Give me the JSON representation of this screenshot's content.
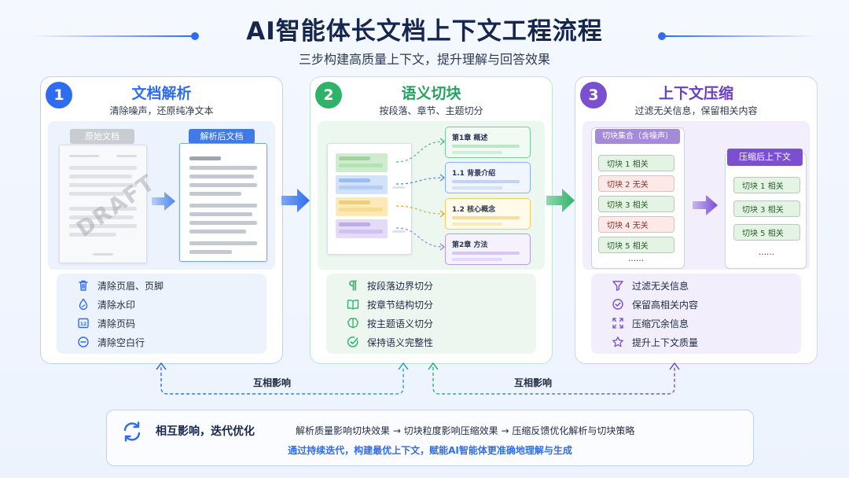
{
  "header": {
    "title": "AI智能体长文档上下文工程流程",
    "subtitle": "三步构建高质量上下文，提升理解与回答效果"
  },
  "colors": {
    "blue": "#2f6df0",
    "green": "#2fb36b",
    "purple": "#7a4fd0",
    "title": "#16264e"
  },
  "steps": [
    {
      "number": "1",
      "title": "文档解析",
      "subtitle": "清除噪声，还原纯净文本",
      "original_label": "原始文档",
      "parsed_label": "解析后文档",
      "watermark": "DRAFT",
      "items": [
        {
          "icon": "trash-icon",
          "label": "清除页眉、页脚"
        },
        {
          "icon": "water-drop-icon",
          "label": "清除水印"
        },
        {
          "icon": "page-number-icon",
          "label": "清除页码"
        },
        {
          "icon": "minus-circle-icon",
          "label": "清除空白行"
        }
      ]
    },
    {
      "number": "2",
      "title": "语义切块",
      "subtitle": "按段落、章节、主题切分",
      "chunks": [
        {
          "label": "第1章 概述"
        },
        {
          "label": "1.1 背景介绍"
        },
        {
          "label": "1.2 核心概念"
        },
        {
          "label": "第2章 方法"
        }
      ],
      "items": [
        {
          "icon": "pilcrow-icon",
          "label": "按段落边界切分"
        },
        {
          "icon": "book-icon",
          "label": "按章节结构切分"
        },
        {
          "icon": "brain-icon",
          "label": "按主题语义切分"
        },
        {
          "icon": "target-check-icon",
          "label": "保持语义完整性"
        }
      ]
    },
    {
      "number": "3",
      "title": "上下文压缩",
      "subtitle": "过滤无关信息，保留相关内容",
      "input_label": "切块集合（含噪声）",
      "output_label": "压缩后上下文",
      "input_chunks": [
        {
          "label": "切块 1 相关",
          "relevant": true
        },
        {
          "label": "切块 2 无关",
          "relevant": false
        },
        {
          "label": "切块 3 相关",
          "relevant": true
        },
        {
          "label": "切块 4 无关",
          "relevant": false
        },
        {
          "label": "切块 5 相关",
          "relevant": true
        }
      ],
      "output_chunks": [
        {
          "label": "切块 1 相关"
        },
        {
          "label": "切块 3 相关"
        },
        {
          "label": "切块 5 相关"
        }
      ],
      "ellipsis": "……",
      "items": [
        {
          "icon": "filter-icon",
          "label": "过滤无关信息"
        },
        {
          "icon": "check-circle-icon",
          "label": "保留高相关内容"
        },
        {
          "icon": "compress-icon",
          "label": "压缩冗余信息"
        },
        {
          "icon": "star-icon",
          "label": "提升上下文质量"
        }
      ]
    }
  ],
  "mutual": {
    "left_label": "互相影响",
    "right_label": "互相影响"
  },
  "footer": {
    "heading": "相互影响，迭代优化",
    "flow": "解析质量影响切块效果 → 切块粒度影响压缩效果 → 压缩反馈优化解析与切块策略",
    "conclusion": "通过持续迭代，构建最优上下文，赋能AI智能体更准确地理解与生成"
  }
}
